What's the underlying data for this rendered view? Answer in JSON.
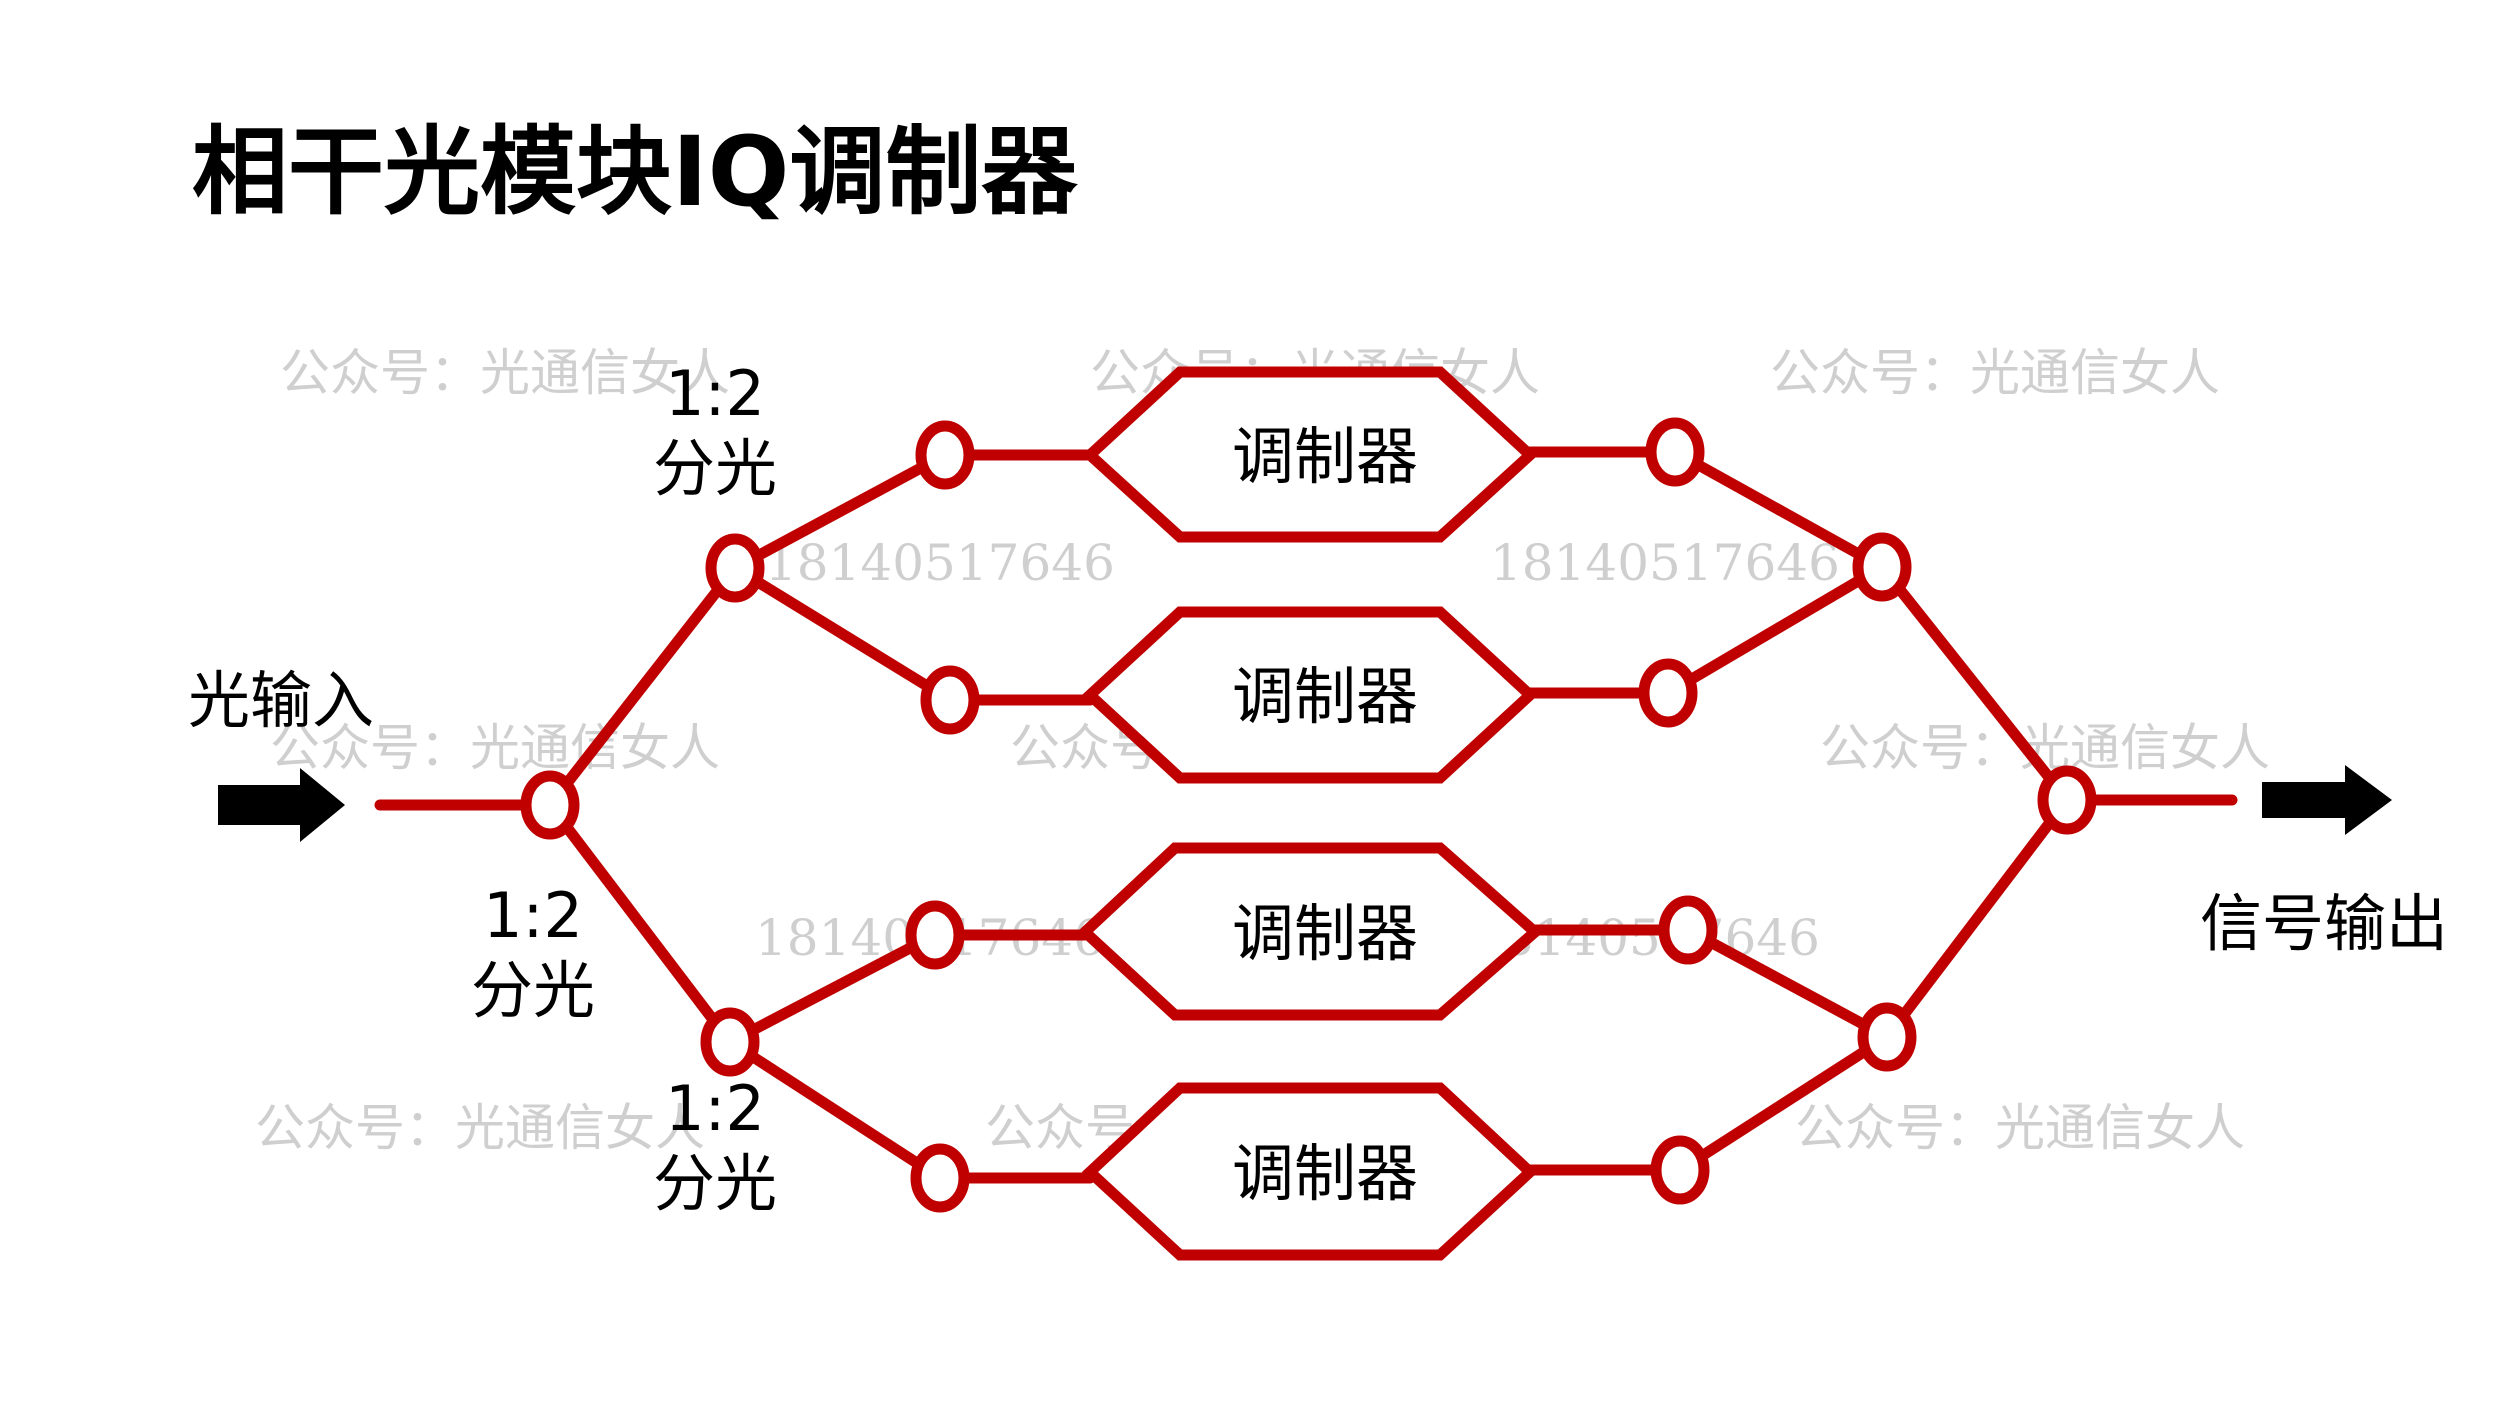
{
  "title": "相干光模块IQ调制器",
  "input_label": "光输入",
  "output_label": "信号输出",
  "splitters": [
    {
      "ratio": "1:2",
      "text": "分光"
    },
    {
      "ratio": "1:2",
      "text": "分光"
    },
    {
      "ratio": "1:2",
      "text": "分光"
    }
  ],
  "modulators": [
    {
      "label": "调制器"
    },
    {
      "label": "调制器"
    },
    {
      "label": "调制器"
    },
    {
      "label": "调制器"
    }
  ],
  "watermarks": {
    "account": "公众号：光通信女人",
    "phone": "18140517646"
  },
  "colors": {
    "fiber": "#c00000",
    "arrow": "#000000",
    "watermark": "#cfcfcf"
  }
}
